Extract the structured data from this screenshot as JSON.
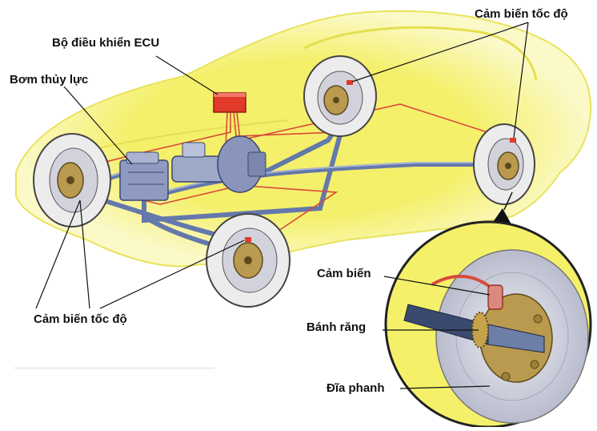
{
  "labels": {
    "ecu": "Bộ điều khiển ECU",
    "pump": "Bơm thủy lực",
    "speed_sensor_top": "Cảm biến tốc độ",
    "speed_sensor_bottom": "Cảm biến tốc độ",
    "sensor": "Cảm biến",
    "gear": "Bánh răng",
    "disc": "Đĩa phanh"
  },
  "colors": {
    "car_body": "#f4f06a",
    "car_glow": "#fbf9b8",
    "brake_line": "#6478ab",
    "sensor_wire": "#d84a3a",
    "ecu_box": "#e23a2a",
    "tire": "#ececec",
    "rotor": "#d7d7e3",
    "caliper": "#b99a4e"
  }
}
